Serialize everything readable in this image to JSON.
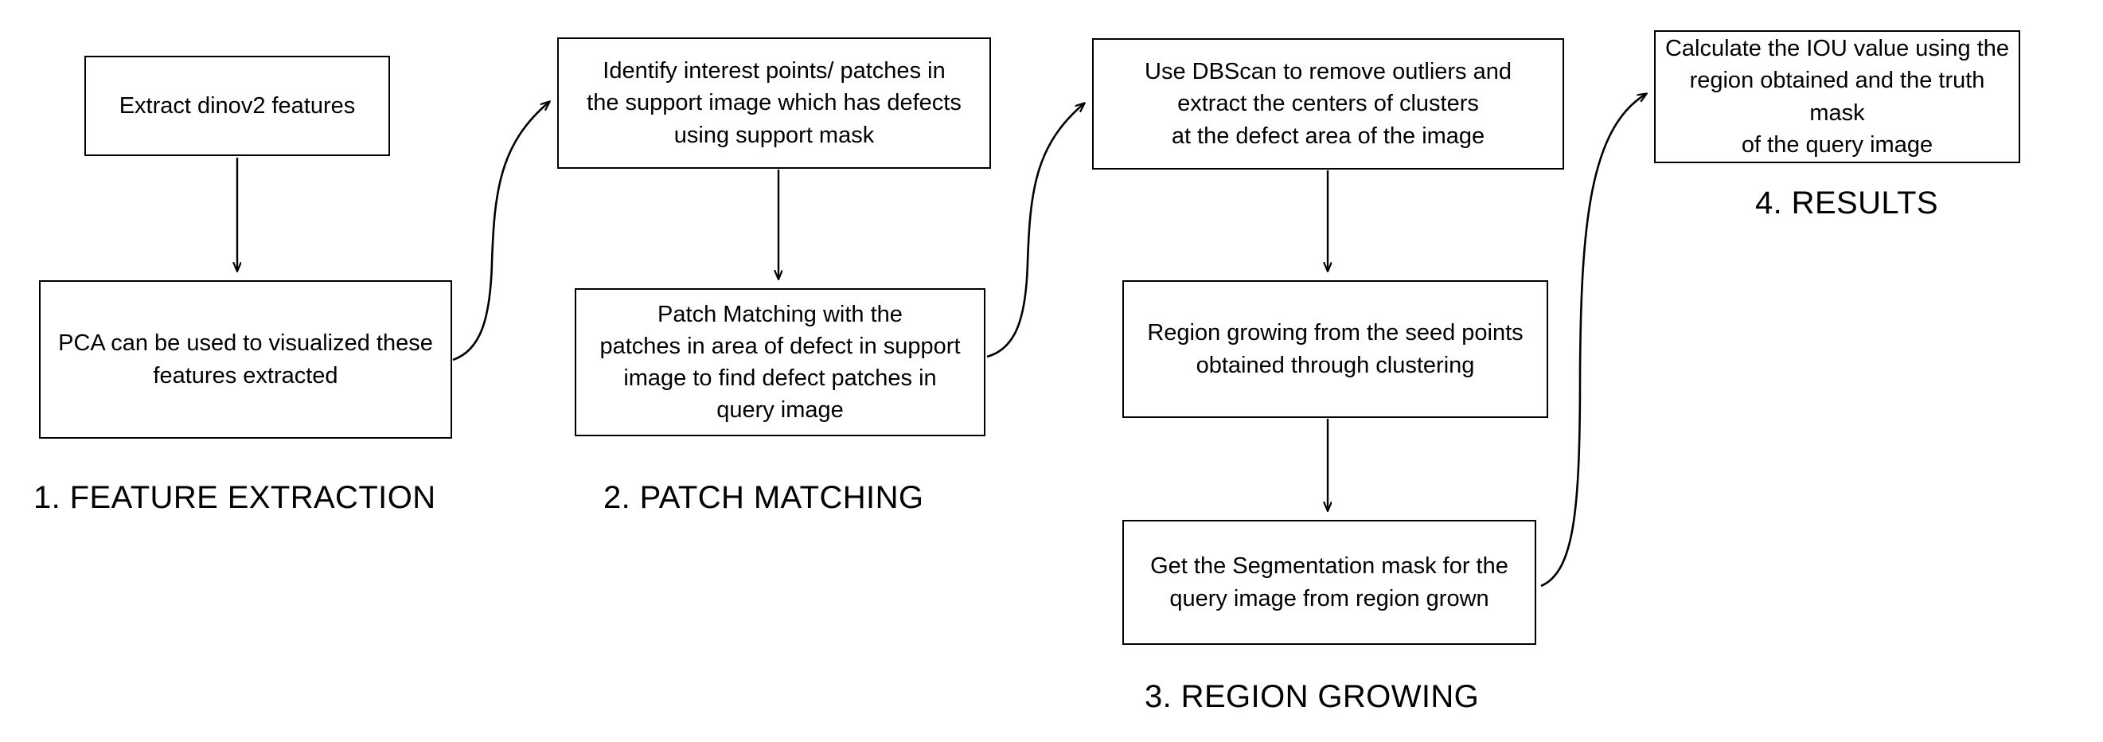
{
  "diagram": {
    "title_visible": false,
    "background_color": "#ffffff",
    "line_color": "#000000",
    "text_color": "#000000",
    "stages": [
      {
        "id": "stage-1",
        "caption": "1. FEATURE EXTRACTION",
        "nodes": [
          {
            "id": "node-extract-dinov2",
            "text": "Extract dinov2 features"
          },
          {
            "id": "node-pca",
            "text": "PCA can be used to visualized these\nfeatures extracted"
          }
        ]
      },
      {
        "id": "stage-2",
        "caption": "2. PATCH MATCHING",
        "nodes": [
          {
            "id": "node-identify-interest-points",
            "text": "Identify interest points/ patches in\nthe support image which has defects\nusing support mask"
          },
          {
            "id": "node-patch-matching",
            "text": "Patch Matching with the\npatches in area of defect in support\nimage to find defect patches in\nquery image"
          }
        ]
      },
      {
        "id": "stage-3",
        "caption": "3. REGION GROWING",
        "nodes": [
          {
            "id": "node-dbscan",
            "text": "Use DBScan to remove outliers and\nextract the centers of clusters\nat the defect area of the image"
          },
          {
            "id": "node-region-growing",
            "text": "Region growing from the seed points\nobtained through clustering"
          },
          {
            "id": "node-segmentation-mask",
            "text": "Get the Segmentation mask for the\nquery image from region grown"
          }
        ]
      },
      {
        "id": "stage-4",
        "caption": "4. RESULTS",
        "nodes": [
          {
            "id": "node-iou",
            "text": "Calculate the IOU value using the\nregion obtained and the truth mask\nof the query image"
          }
        ]
      }
    ],
    "connectors": [
      {
        "id": "edge-extract-to-pca",
        "kind": "straight-arrow-down",
        "from": "node-extract-dinov2",
        "to": "node-pca"
      },
      {
        "id": "edge-pca-to-identify",
        "kind": "curved-arrow",
        "from": "node-pca",
        "to": "node-identify-interest-points"
      },
      {
        "id": "edge-identify-to-patchmatch",
        "kind": "straight-arrow-down",
        "from": "node-identify-interest-points",
        "to": "node-patch-matching"
      },
      {
        "id": "edge-patchmatch-to-dbscan",
        "kind": "curved-arrow",
        "from": "node-patch-matching",
        "to": "node-dbscan"
      },
      {
        "id": "edge-dbscan-to-regiongrowing",
        "kind": "straight-arrow-down",
        "from": "node-dbscan",
        "to": "node-region-growing"
      },
      {
        "id": "edge-regiongrowing-to-mask",
        "kind": "straight-arrow-down",
        "from": "node-region-growing",
        "to": "node-segmentation-mask"
      },
      {
        "id": "edge-mask-to-iou",
        "kind": "curved-arrow",
        "from": "node-segmentation-mask",
        "to": "node-iou"
      }
    ]
  }
}
